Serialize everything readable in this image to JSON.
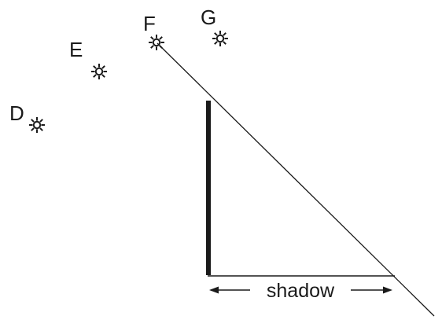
{
  "sun_labels": [
    "D",
    "E",
    "F",
    "G"
  ],
  "shadow_label": "shadow",
  "icons": {
    "sun": "sun-icon",
    "arrow_left": "arrow-left-icon",
    "arrow_right": "arrow-right-icon"
  },
  "colors": {
    "ink": "#1a1a1a",
    "background": "#ffffff"
  }
}
